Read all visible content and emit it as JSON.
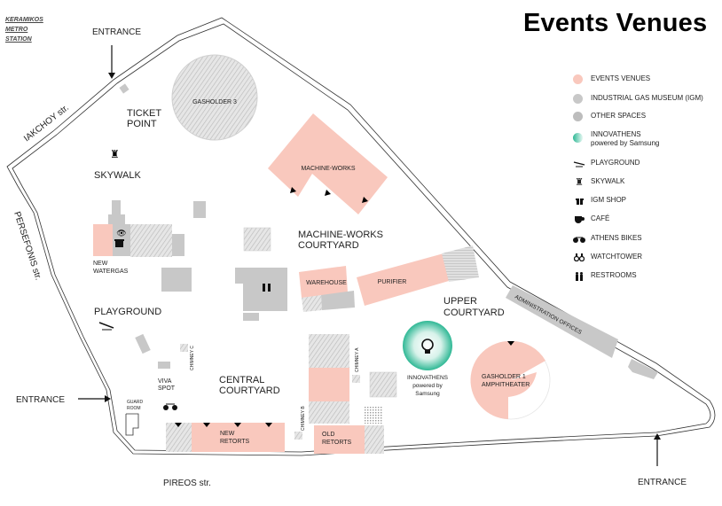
{
  "title": "Events Venues",
  "metro_station": [
    "KERAMIKOS",
    "METRO",
    "STATION"
  ],
  "streets": {
    "iakchoy": "IAKCHOY str.",
    "persefonis": "PERSEFONIS str.",
    "pireos": "PIREOS str."
  },
  "entrances": [
    "ENTRANCE",
    "ENTRANCE",
    "ENTRANCE"
  ],
  "areas": {
    "ticket_point": [
      "TICKET",
      "POINT"
    ],
    "skywalk": "SKYWALK",
    "new_watergas": [
      "NEW",
      "WATERGAS"
    ],
    "playground": "PLAYGROUND",
    "viva_spot": [
      "VIVA",
      "SPOT"
    ],
    "guard_room": [
      "GUARD",
      "ROOM"
    ],
    "central_courtyard": [
      "CENTRAL",
      "COURTYARD"
    ],
    "machine_works_courtyard": [
      "MACHINE-WORKS",
      "COURTYARD"
    ],
    "upper_courtyard": [
      "UPPER",
      "COURTYARD"
    ],
    "chimney_a": "CHIMNEY A",
    "chimney_b": "CHIMNEY B",
    "chimney_c": "CHIMNEY C"
  },
  "venues": {
    "gasholder_3": "GASHOLDER 3",
    "machine_works": "MACHINE-WORKS",
    "warehouse": "WAREHOUSE",
    "purifier": "PURIFIER",
    "new_retorts": [
      "NEW",
      "RETORTS"
    ],
    "old_retorts": [
      "OLD",
      "RETORTS"
    ],
    "gasholder_1": [
      "GASHOLDER 1",
      "AMPHITHEATER"
    ],
    "innovathens": [
      "INNOVATHENS",
      "powered by",
      "Samsung"
    ],
    "administration": "ADMINISTRATION OFFICES"
  },
  "colors": {
    "events_venue": "#f9c8bd",
    "igm": "#c8c8c8",
    "other": "#bdbdbd",
    "innovathens": "#3cbfa3",
    "outline": "#333333"
  },
  "legend": [
    {
      "type": "swatch",
      "color": "#f9c8bd",
      "label": "EVENTS VENUES"
    },
    {
      "type": "swatch",
      "color": "#c8c8c8",
      "label": "INDUSTRIAL GAS MUSEUM (IGM)"
    },
    {
      "type": "swatch",
      "color": "#bdbdbd",
      "label": "OTHER SPACES"
    },
    {
      "type": "swatch-grad",
      "color": "#3cbfa3",
      "label": "INNOVATHENS",
      "sublabel": "powered by Samsung"
    },
    {
      "type": "icon",
      "icon": "playground-icon",
      "label": "PLAYGROUND"
    },
    {
      "type": "icon",
      "icon": "skywalk-icon",
      "label": "SKYWALK"
    },
    {
      "type": "icon",
      "icon": "gift-icon",
      "label": "IGM SHOP"
    },
    {
      "type": "icon",
      "icon": "cafe-icon",
      "label": "CAFÉ"
    },
    {
      "type": "icon",
      "icon": "bike-icon",
      "label": "ATHENS BIKES"
    },
    {
      "type": "icon",
      "icon": "binoculars-icon",
      "label": "WATCHTOWER"
    },
    {
      "type": "icon",
      "icon": "restroom-icon",
      "label": "RESTROOMS"
    }
  ]
}
